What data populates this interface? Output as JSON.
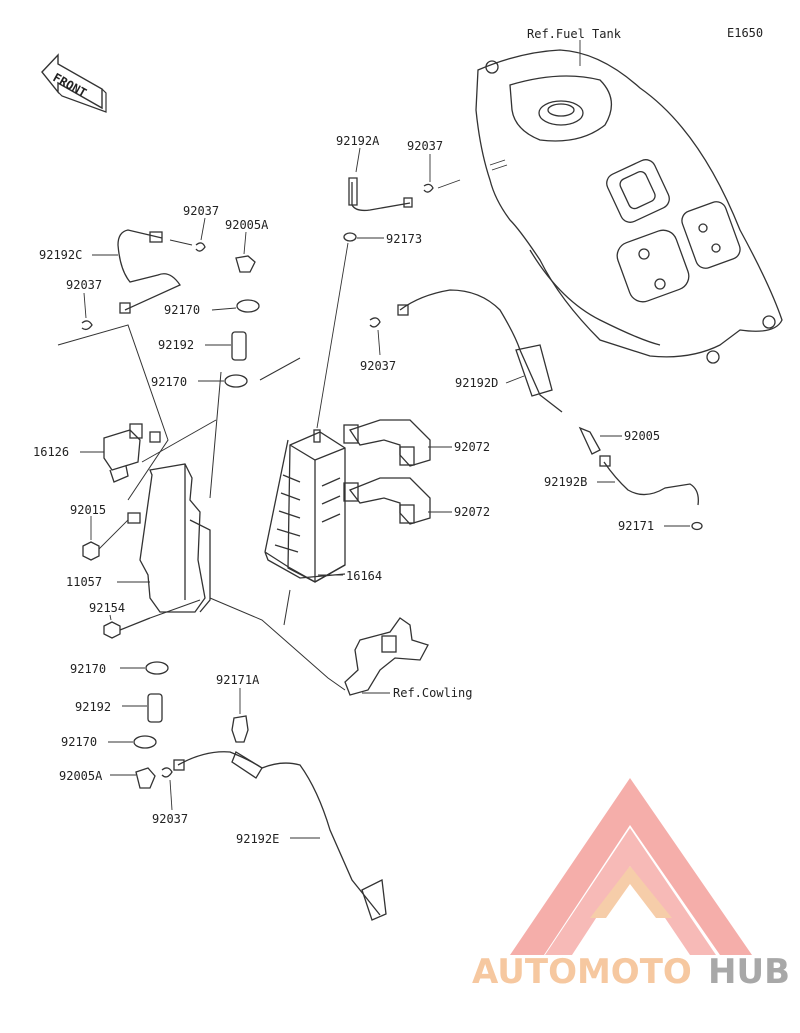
{
  "diagram_code": "E1650",
  "front_label": "FRONT",
  "refs": {
    "fuel_tank": "Ref.Fuel Tank",
    "cowling": "Ref.Cowling"
  },
  "labels": {
    "p92192A": "92192A",
    "p92037_top": "92037",
    "p92173": "92173",
    "p92037_a": "92037",
    "p92005A_top": "92005A",
    "p92192C": "92192C",
    "p92037_left": "92037",
    "p92170_a": "92170",
    "p92192_a": "92192",
    "p92170_b": "92170",
    "p92037_mid": "92037",
    "p92192D": "92192D",
    "p92005": "92005",
    "p92192B": "92192B",
    "p92171": "92171",
    "p16126": "16126",
    "p92072_a": "92072",
    "p92072_b": "92072",
    "p92015": "92015",
    "p11057": "11057",
    "p16164": "16164",
    "p92154": "92154",
    "p92170_c": "92170",
    "p92171A": "92171A",
    "p92192_b": "92192",
    "p92170_d": "92170",
    "p92005A_bot": "92005A",
    "p92037_bot": "92037",
    "p92192E": "92192E"
  },
  "watermark": {
    "text_part1": "AUTOMOTO",
    "text_part2": "HUB",
    "color_primary": "#F4A6A1",
    "color_secondary": "#F6C8A0",
    "color_tertiary": "#A8A8A8"
  }
}
